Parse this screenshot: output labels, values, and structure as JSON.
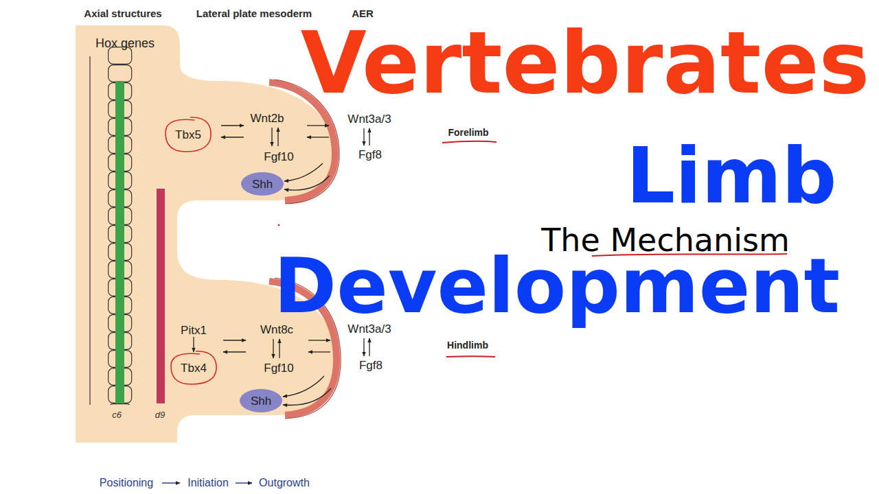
{
  "diagram": {
    "nodes": [
      {
        "text": [
          "Tbx5"
        ]
      },
      {
        "text": [
          "Shh"
        ]
      },
      {
        "text": [
          "Tbx4"
        ]
      },
      {
        "text": [
          "Shh"
        ]
      }
    ],
    "labels": [
      "Axial structures",
      "Lateral plate mesoderm",
      "AER",
      "Hox genes",
      "Wnt2b",
      "Fgf10",
      "Wnt3a/3",
      "Fgf8",
      "Forelimb",
      "Pitx1",
      "Wnt8c",
      "Fgf10",
      "Wnt3a/3",
      "Fgf8",
      "Hindlimb",
      "c6",
      "d9",
      "Positioning",
      "Initiation",
      "Outgrowth",
      "Vertebrates",
      "Limb",
      "The Mechanism",
      "Development"
    ]
  }
}
